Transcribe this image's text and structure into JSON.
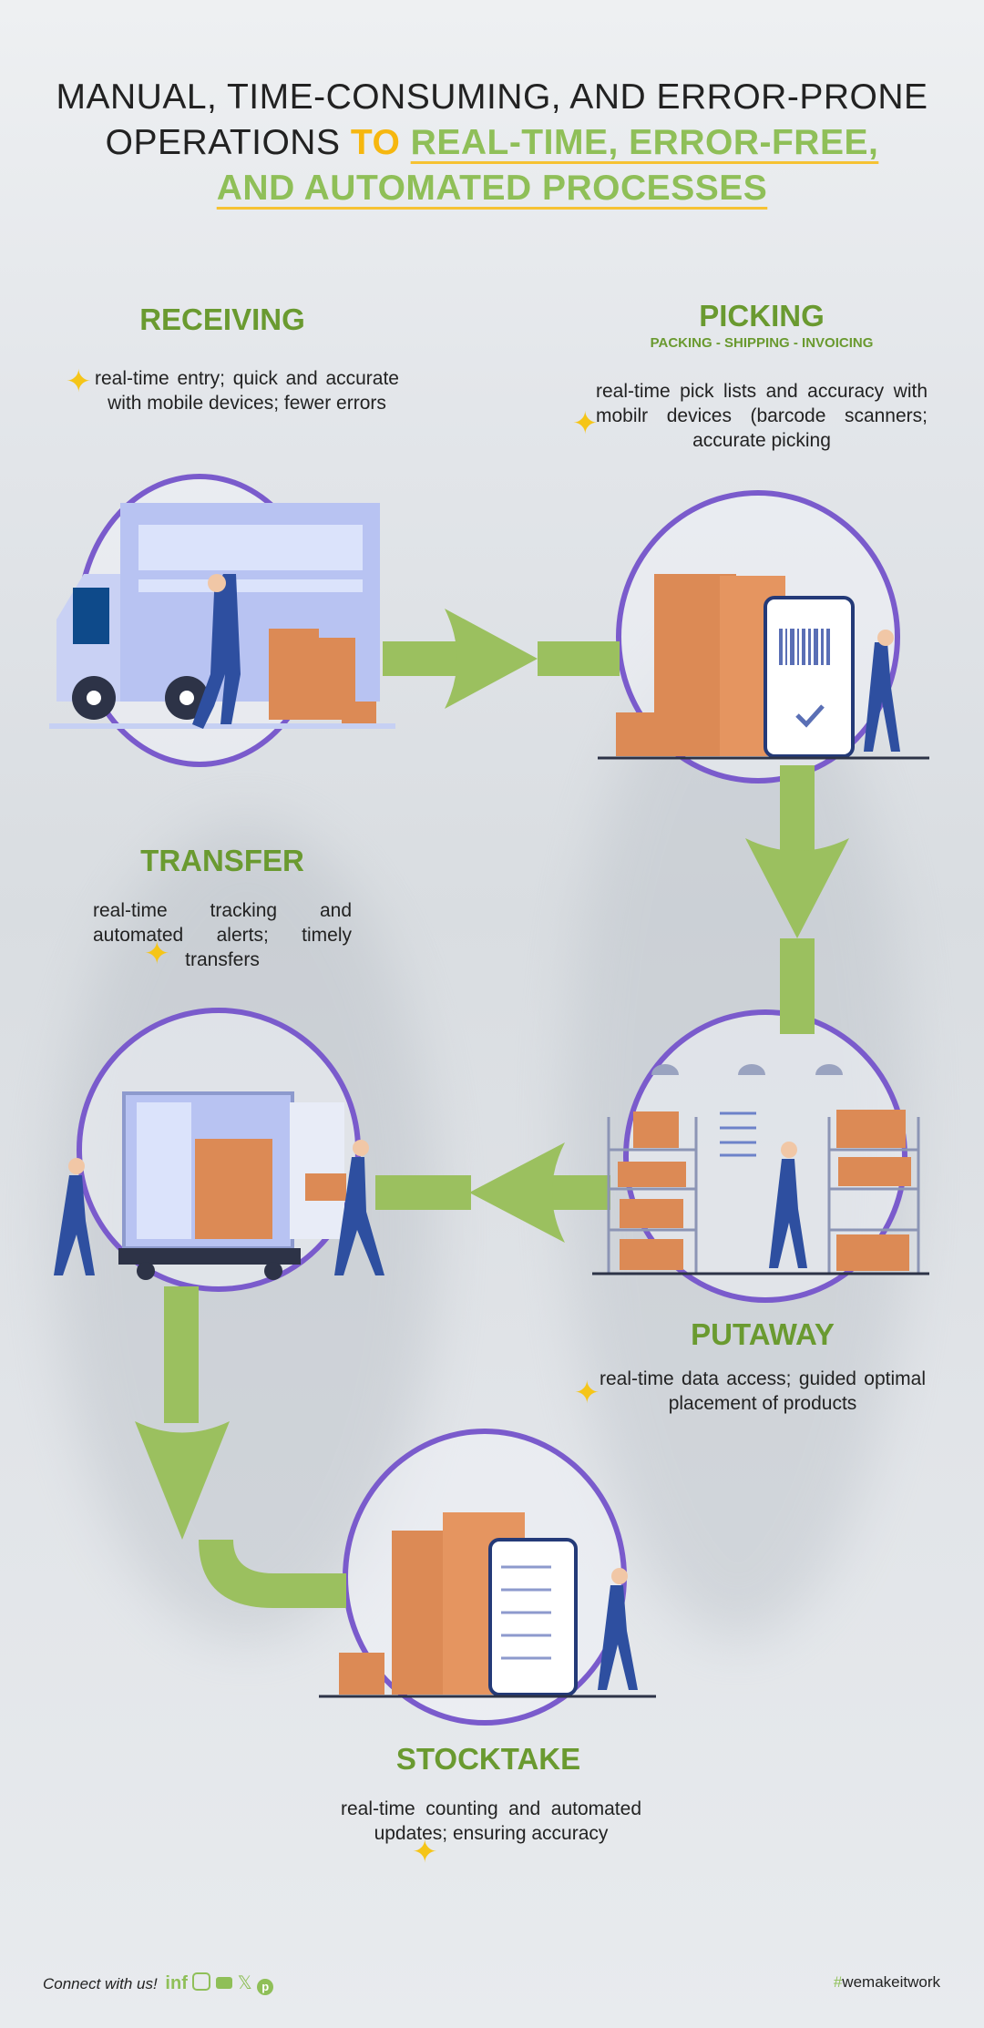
{
  "title": {
    "line1": "MANUAL, TIME-CONSUMING, AND ERROR-PRONE",
    "line2_start": "OPERATIONS",
    "to": "TO",
    "green1": "REAL-TIME, ERROR-FREE,",
    "green2": "AND AUTOMATED PROCESSES"
  },
  "sections": {
    "receiving": {
      "title": "RECEIVING",
      "desc": "real-time entry; quick and accurate with mobile devices; fewer errors"
    },
    "picking": {
      "title": "PICKING",
      "subtitle": "PACKING - SHIPPING - INVOICING",
      "desc": "real-time pick lists and accuracy with mobilr devices (barcode scanners; accurate picking"
    },
    "transfer": {
      "title": "TRANSFER",
      "desc": "real-time tracking and automated alerts; timely transfers"
    },
    "putaway": {
      "title": "PUTAWAY",
      "desc": "real-time data access; guided optimal placement of products"
    },
    "stocktake": {
      "title": "STOCKTAKE",
      "desc": "real-time counting and automated updates; ensuring accuracy"
    }
  },
  "footer": {
    "connect": "Connect with us!",
    "hashtag_symbol": "#",
    "hashtag": "wemakeitwork"
  },
  "colors": {
    "green": "#9bc05f",
    "purple": "#7a5bcc",
    "yellow": "#f6b70f",
    "box": "#dc8a55"
  }
}
